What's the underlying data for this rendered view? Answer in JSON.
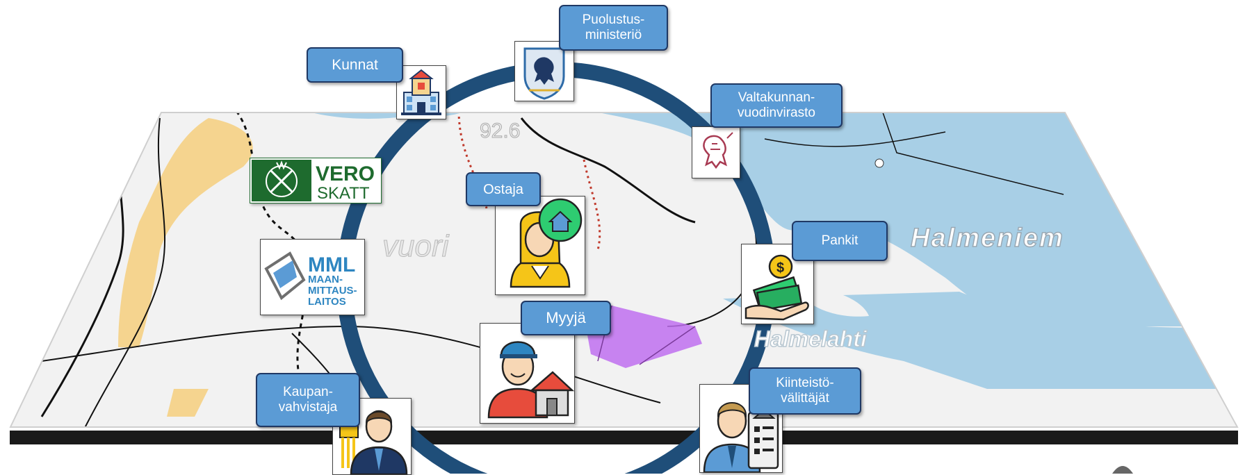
{
  "map": {
    "place_halmeniemi": "Halmeniem",
    "place_halmelahti": "Halmelahti",
    "place_vuori": "vuori",
    "elevation": "92.6",
    "colors": {
      "water": "#a8cfe6",
      "land": "#f2f2f2",
      "field": "#f5d48f",
      "parcel": "#c070f0",
      "ring": "#1f4e79"
    }
  },
  "labels": {
    "puolustusministerio": "Puolustus-\nministeriö",
    "kunnat": "Kunnat",
    "valtakunnanvoudinvirasto": "Valtakunnan-\nvuodinvirasto",
    "ostaja": "Ostaja",
    "pankit": "Pankit",
    "myyja": "Myyjä",
    "kiinteistovalittajat": "Kiinteistö-\nvälittäjät",
    "kaupanvahvistaja": "Kaupan-\nvahvistaja"
  },
  "logos": {
    "vero_line1": "VERO",
    "vero_line2": "SKATT",
    "mml_line1": "MML",
    "mml_line2": "MAAN-",
    "mml_line3": "MITTAUS-",
    "mml_line4": "LAITOS"
  }
}
